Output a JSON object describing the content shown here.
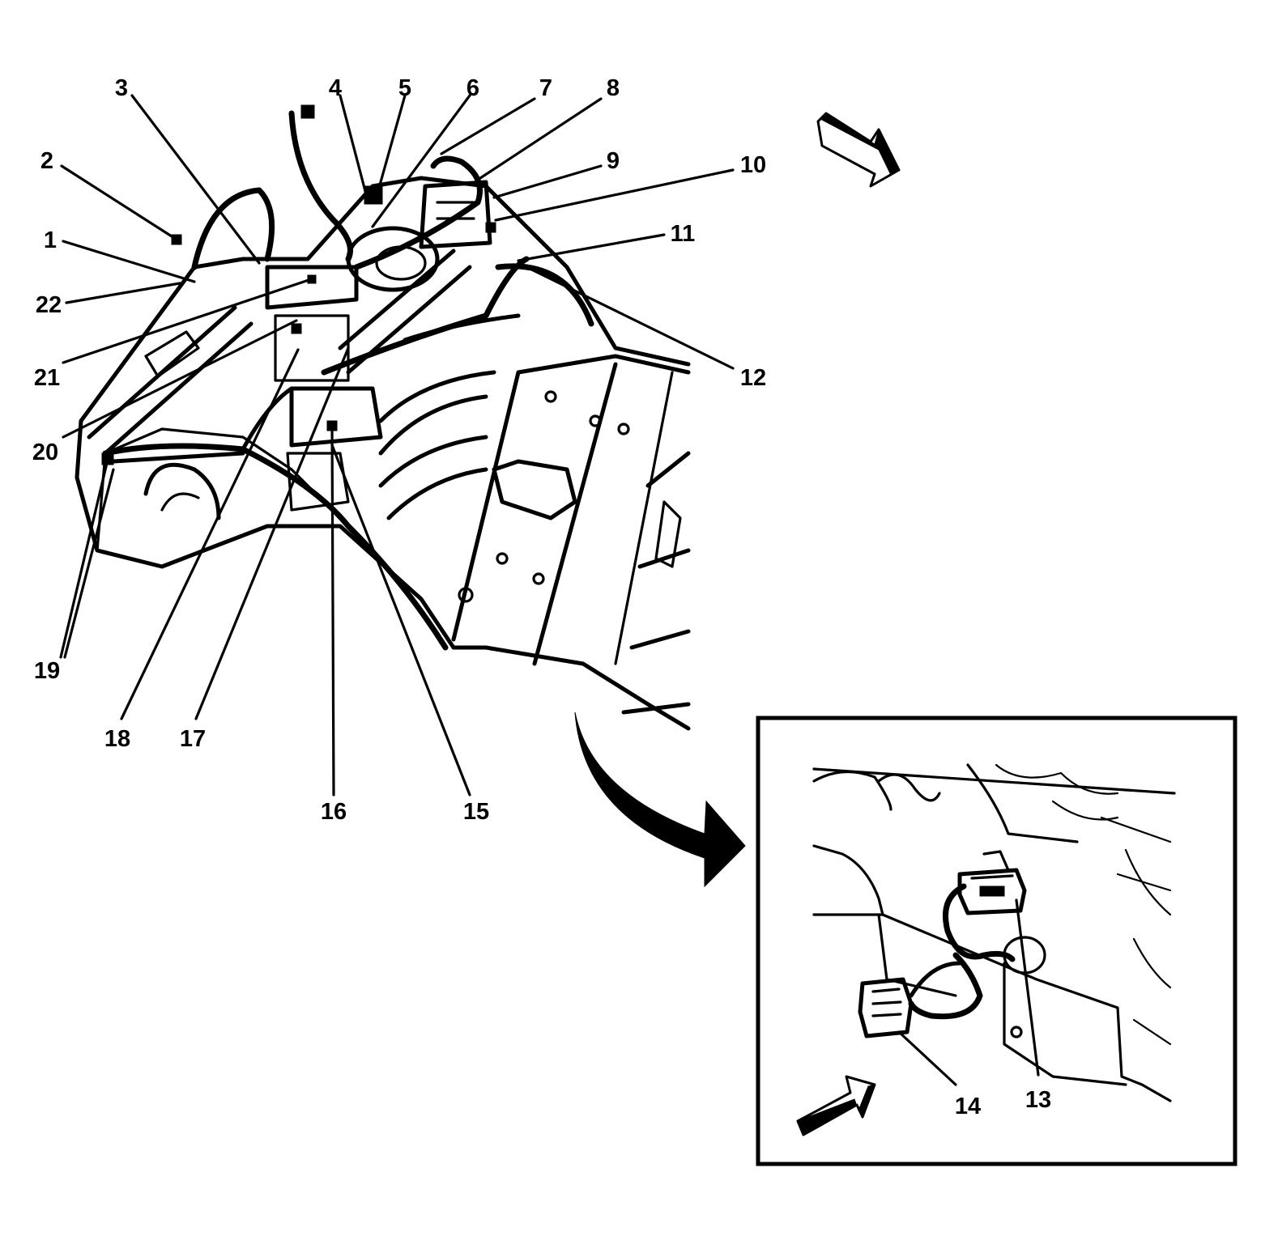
{
  "callouts": [
    {
      "id": "1",
      "label": "1"
    },
    {
      "id": "2",
      "label": "2"
    },
    {
      "id": "3",
      "label": "3"
    },
    {
      "id": "4",
      "label": "4"
    },
    {
      "id": "5",
      "label": "5"
    },
    {
      "id": "6",
      "label": "6"
    },
    {
      "id": "7",
      "label": "7"
    },
    {
      "id": "8",
      "label": "8"
    },
    {
      "id": "9",
      "label": "9"
    },
    {
      "id": "10",
      "label": "10"
    },
    {
      "id": "11",
      "label": "11"
    },
    {
      "id": "12",
      "label": "12"
    },
    {
      "id": "13",
      "label": "13"
    },
    {
      "id": "14",
      "label": "14"
    },
    {
      "id": "15",
      "label": "15"
    },
    {
      "id": "16",
      "label": "16"
    },
    {
      "id": "17",
      "label": "17"
    },
    {
      "id": "18",
      "label": "18"
    },
    {
      "id": "19",
      "label": "19"
    },
    {
      "id": "20",
      "label": "20"
    },
    {
      "id": "21",
      "label": "21"
    },
    {
      "id": "22",
      "label": "22"
    }
  ],
  "icons": {
    "direction_arrow_main": "forward-direction-arrow-icon",
    "direction_arrow_inset": "forward-direction-arrow-icon",
    "detail_arrow": "curved-detail-arrow-icon"
  },
  "colors": {
    "ink": "#000000",
    "background": "#ffffff"
  }
}
